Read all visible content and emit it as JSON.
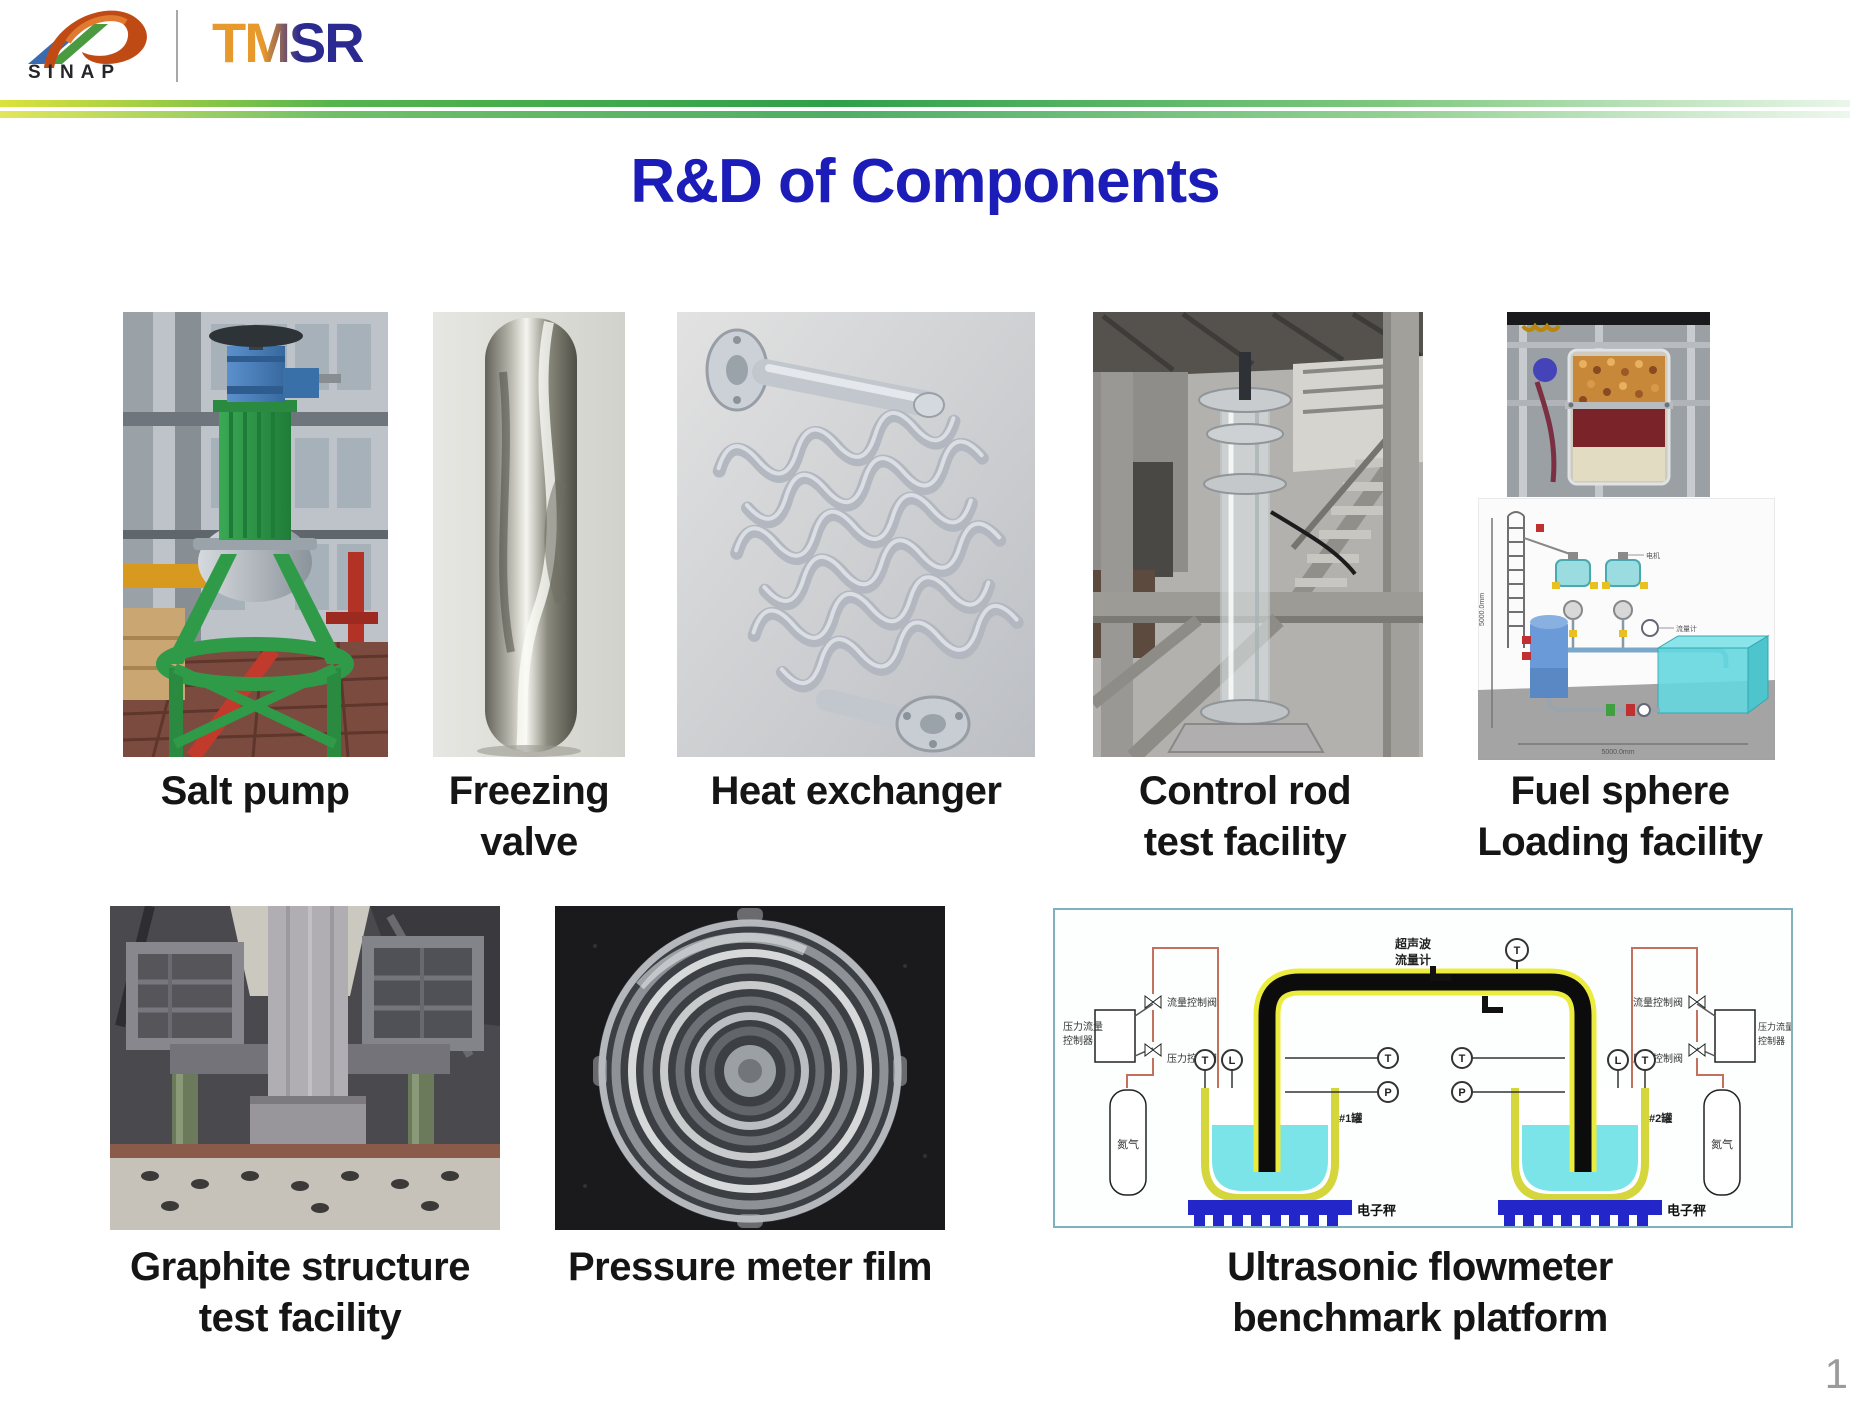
{
  "page": {
    "page_number": "1"
  },
  "header": {
    "sinap_logo_text": "SINAP",
    "tmsr_logo_text": "TMSR",
    "title": "R&D of Components",
    "title_color": "#1c1cb8",
    "accent_colors": [
      "#dde23c",
      "#2fa04a",
      "#eaf6ea"
    ]
  },
  "rows": {
    "top": [
      {
        "line1": "Salt pump",
        "line2": ""
      },
      {
        "line1": "Freezing",
        "line2": "valve"
      },
      {
        "line1": "Heat exchanger",
        "line2": ""
      },
      {
        "line1": "Control rod",
        "line2": "test facility"
      },
      {
        "line1": "Fuel sphere",
        "line2": "Loading facility"
      }
    ],
    "bottom": [
      {
        "line1": "Graphite structure",
        "line2": "test facility"
      },
      {
        "line1": "Pressure meter film",
        "line2": ""
      },
      {
        "line1": "Ultrasonic flowmeter",
        "line2": "benchmark platform"
      }
    ]
  },
  "flowmeter": {
    "ultrasonic_flowmeter_l1": "超声波",
    "ultrasonic_flowmeter_l2": "流量计",
    "pressure_flow_controller_l1": "压力流量",
    "pressure_flow_controller_l2": "控制器",
    "flow_control_valve": "流量控制阀",
    "pressure_control_valve": "压力控制阀",
    "nitrogen": "氮气",
    "tank1": "#1罐",
    "tank2": "#2罐",
    "electronic_scale": "电子秤",
    "sensor_t": "T",
    "sensor_l": "L",
    "sensor_p": "P"
  },
  "fuel_diagram": {
    "motor": "电机",
    "flow_meter": "流量计",
    "dim_left": "5000.0mm",
    "dim_bottom": "5000.0mm"
  },
  "colors": {
    "scale_blue": "#2326c8",
    "liquid_cyan": "#7ae4e8",
    "pipe_yellow": "#ecec3e",
    "diagram_border_teal": "#7fb2bc",
    "pump_green": "#2f9b49",
    "motor_blue": "#4a86c8"
  }
}
